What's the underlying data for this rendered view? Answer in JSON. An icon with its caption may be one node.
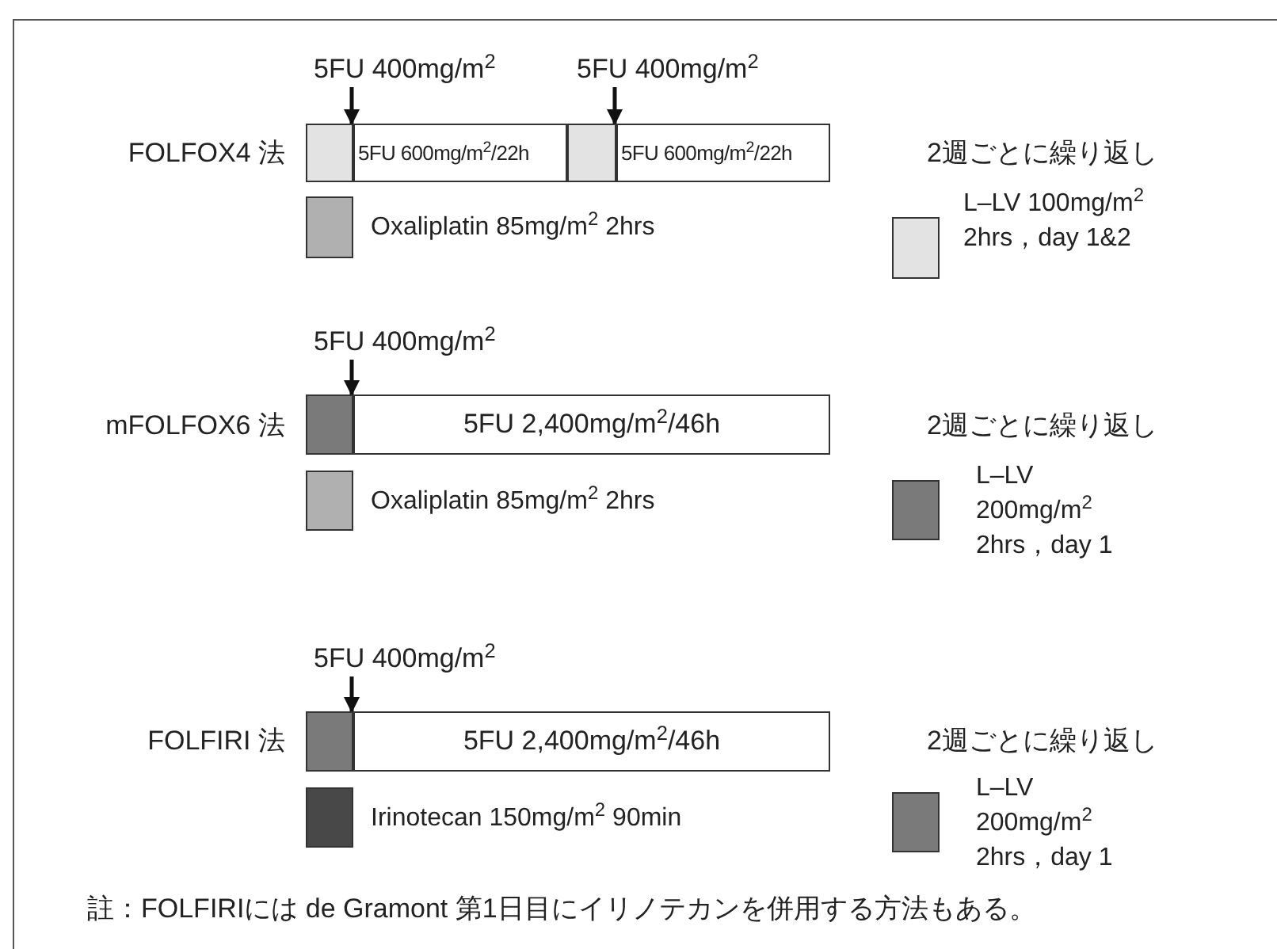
{
  "diagram": {
    "nodes": [
      {
        "text": [
          "5FU 400mg/m$^{2}$"
        ]
      },
      {
        "text": [
          "5FU 400mg/m$^{2}$"
        ]
      },
      {
        "text": [],
        "shape": "box"
      },
      {
        "text": [
          "5FU 600mg/m$^{2}$/22h"
        ]
      },
      {
        "text": [],
        "shape": "box"
      },
      {
        "text": [
          "5FU 600mg/m$^{2}$/22h"
        ]
      },
      {
        "text": [],
        "shape": "box",
        "beside": [
          "Oxaliplatin 85mg/m$^{2}$ 2hrs"
        ]
      },
      {
        "text": [],
        "shape": "box",
        "beside": [
          "L–LV 100mg/m$^{2}$ 2hrs，day 1&2"
        ]
      },
      {
        "text": [
          "5FU 400mg/m$^{2}$"
        ]
      },
      {
        "text": [],
        "shape": "box"
      },
      {
        "text": [
          "5FU 2,400mg/m$^{2}$/46h"
        ]
      },
      {
        "text": [],
        "shape": "box",
        "beside": [
          "Oxaliplatin 85mg/m$^{2}$ 2hrs"
        ]
      },
      {
        "text": [],
        "shape": "box",
        "beside": [
          "L–LV 200mg/m$^{2}$ 2hrs，day 1"
        ]
      },
      {
        "text": [
          "5FU 400mg/m$^{2}$"
        ]
      },
      {
        "text": [],
        "shape": "box"
      },
      {
        "text": [
          "5FU 2,400mg/m$^{2}$/46h"
        ]
      },
      {
        "text": [],
        "shape": "box",
        "beside": [
          "Irinotecan 150mg/m$^{2}$ 90min"
        ]
      },
      {
        "text": [],
        "shape": "box",
        "beside": [
          "L–LV 200mg/m$^{2}$ 2hrs，day 1"
        ]
      }
    ],
    "edges": [
      {
        "from": 0,
        "to": 2,
        "arrow": "to"
      },
      {
        "from": 1,
        "to": 4,
        "arrow": "to"
      },
      {
        "from": 8,
        "to": 9,
        "arrow": "to"
      },
      {
        "from": 13,
        "to": 14,
        "arrow": "to"
      }
    ],
    "labels": [
      "FOLFOX4 法",
      "2週ごとに繰り返し",
      "mFOLFOX6 法",
      "2週ごとに繰り返し",
      "FOLFIRI 法",
      "2週ごとに繰り返し",
      "註：FOLFIRIには de Gramont 第1日目にイリノテカンを併用する方法もある。"
    ]
  }
}
